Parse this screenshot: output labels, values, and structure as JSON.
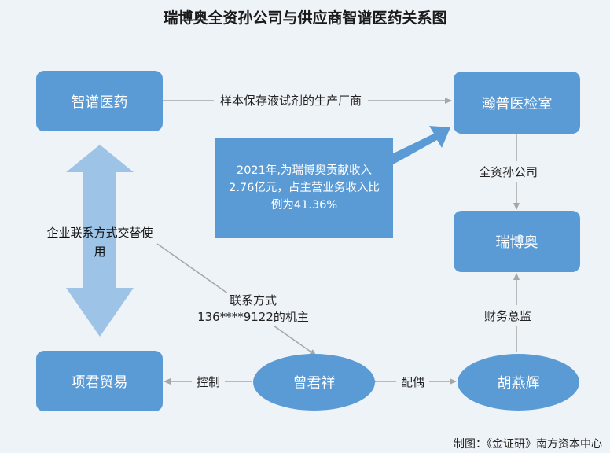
{
  "title": "瑞博奥全资孙公司与供应商智谱医药关系图",
  "nodes": {
    "zhipu": "智谱医药",
    "hanpu": "瀚普医检室",
    "ruiboao": "瑞博奥",
    "xiangjun": "项君贸易",
    "zengjunxiang": "曾君祥",
    "huyanhui": "胡燕辉"
  },
  "edges": {
    "supplier": "样本保存液试剂的生产厂商",
    "subsidiary": "全资孙公司",
    "cfo": "财务总监",
    "control": "控制",
    "spouse": "配偶",
    "contact_line1": "联系方式",
    "contact_line2": "136****9122的机主",
    "shared_contact": "企业联系方式交替使用"
  },
  "callout": "2021年,为瑞博奥贡献收入2.76亿元，占主营业务收入比例为41.36%",
  "footer": "制图：《金证研》南方资本中心",
  "colors": {
    "node": "#5b9bd5",
    "big_arrow": "#9dc3e6",
    "connector": "#a6a6a6",
    "background": "#eef3f8"
  }
}
